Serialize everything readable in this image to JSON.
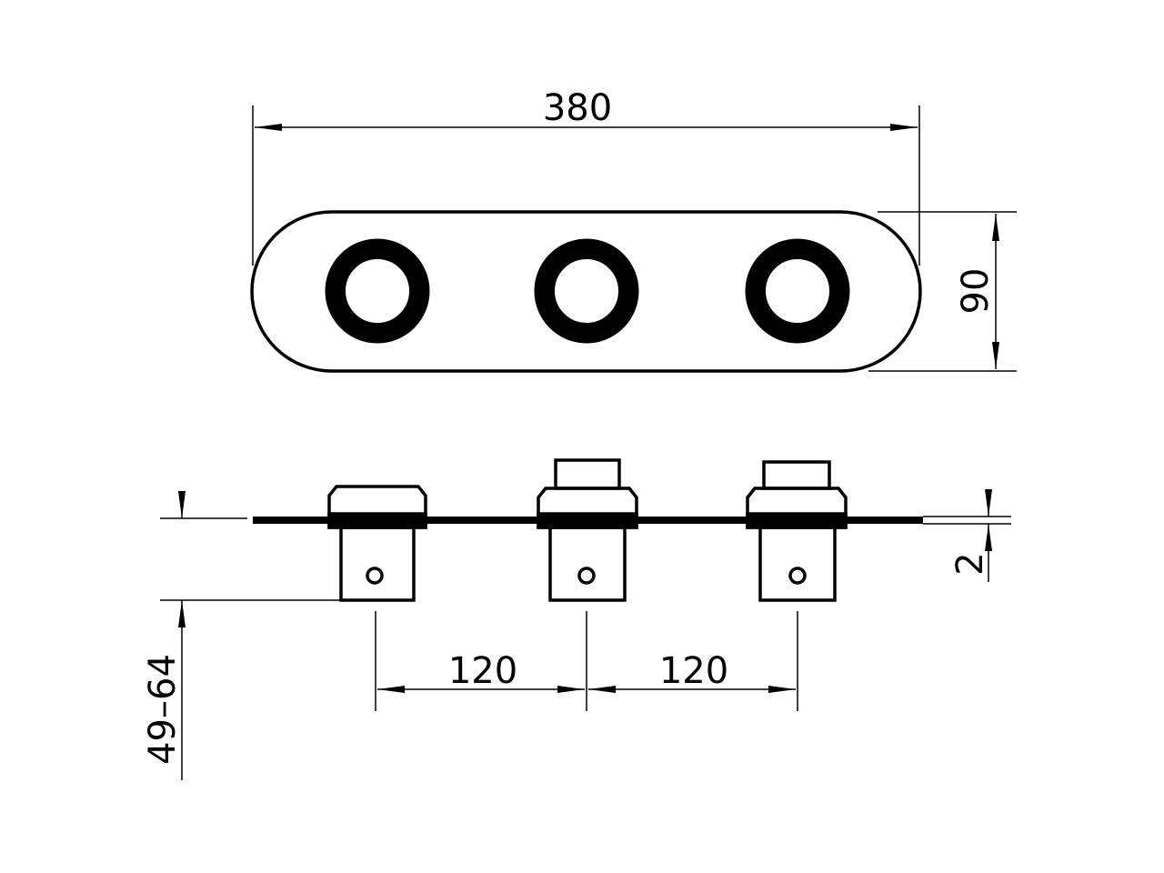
{
  "dimensions": {
    "overall_length": "380",
    "plate_height": "90",
    "plate_thickness": "2",
    "wall_depth_range": "49–64",
    "spacing_left": "120",
    "spacing_right": "120"
  },
  "colors": {
    "line": "#000000",
    "background": "#ffffff"
  }
}
